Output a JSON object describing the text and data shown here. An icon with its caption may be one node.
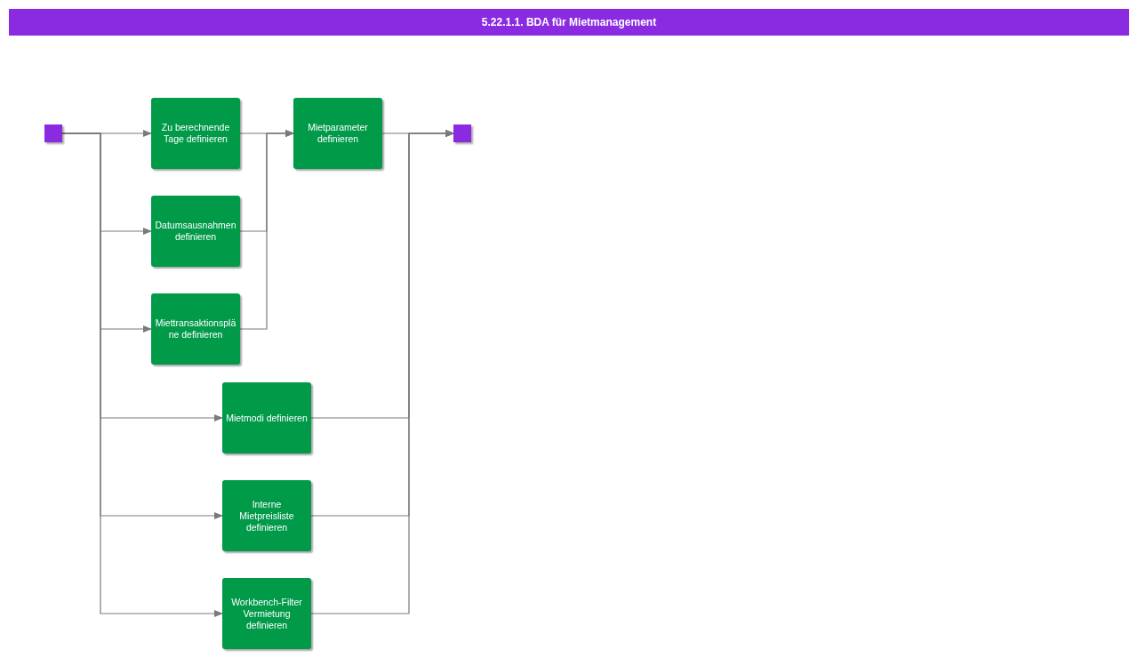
{
  "diagram": {
    "title": "5.22.1.1. BDA für Mietmanagement",
    "nodes": [
      {
        "text": [],
        "shape": "box"
      },
      {
        "text": [
          "Zu berechnende Tage definieren"
        ]
      },
      {
        "text": [
          "Datumsausnahmen definieren"
        ]
      },
      {
        "text": [
          "Miettransaktionspläne definieren"
        ]
      },
      {
        "text": [
          "Mietparameter definieren"
        ]
      },
      {
        "text": [
          "Mietmodi definieren"
        ]
      },
      {
        "text": [
          "Interne Mietpreisliste definieren"
        ]
      },
      {
        "text": [
          "Workbench-Filter Vermietung definieren"
        ]
      },
      {
        "text": [],
        "shape": "box"
      }
    ],
    "edges": [
      {
        "from": 0,
        "to": 1,
        "arrow": "to"
      },
      {
        "from": 0,
        "to": 2,
        "arrow": "to"
      },
      {
        "from": 0,
        "to": 3,
        "arrow": "to"
      },
      {
        "from": 0,
        "to": 5,
        "arrow": "to"
      },
      {
        "from": 0,
        "to": 6,
        "arrow": "to"
      },
      {
        "from": 0,
        "to": 7,
        "arrow": "to"
      },
      {
        "from": 1,
        "to": 4,
        "arrow": "to"
      },
      {
        "from": 2,
        "to": 4,
        "arrow": "to"
      },
      {
        "from": 3,
        "to": 4,
        "arrow": "to"
      },
      {
        "from": 4,
        "to": 8,
        "arrow": "to"
      },
      {
        "from": 5,
        "to": 8,
        "arrow": "to"
      },
      {
        "from": 6,
        "to": 8,
        "arrow": "to"
      },
      {
        "from": 7,
        "to": 8,
        "arrow": "to"
      }
    ]
  }
}
